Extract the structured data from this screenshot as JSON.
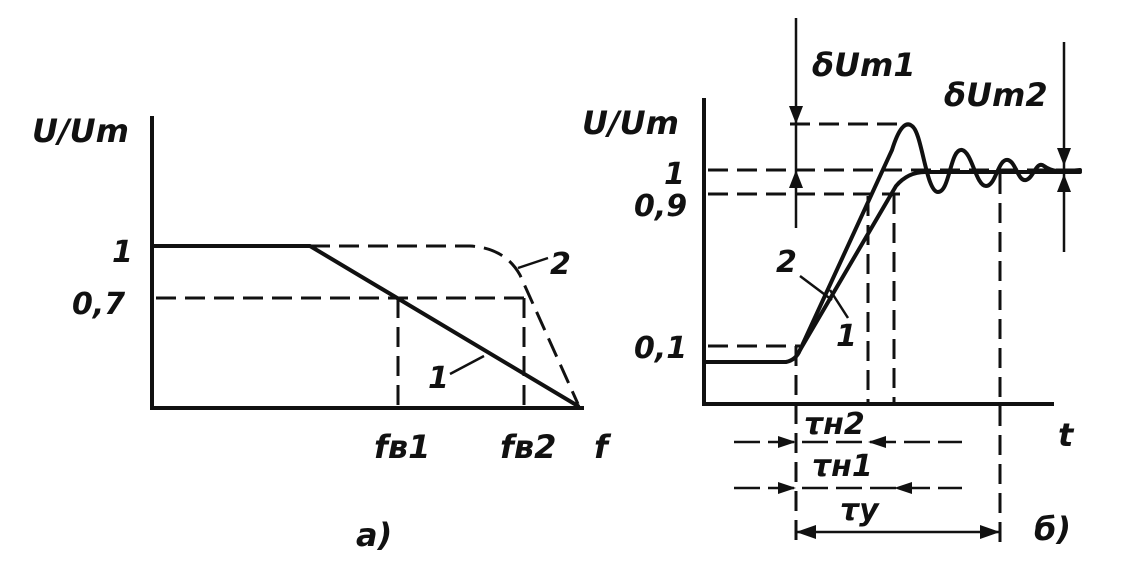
{
  "panel_a": {
    "ylabel": "U/Um",
    "xlabel": "f",
    "tick_1": "1",
    "tick_07": "0,7",
    "f_v1": "fв1",
    "f_v2": "fв2",
    "curve1_label": "1",
    "curve2_label": "2",
    "caption": "а)"
  },
  "panel_b": {
    "ylabel": "U/Um",
    "xlabel": "t",
    "tick_1": "1",
    "tick_09": "0,9",
    "tick_01": "0,1",
    "dUm1": "δUm1",
    "dUm2": "δUm2",
    "curve1_label": "1",
    "curve2_label": "2",
    "tau_n2": "τн2",
    "tau_n1": "τн1",
    "tau_u": "τу",
    "caption": "б)"
  }
}
